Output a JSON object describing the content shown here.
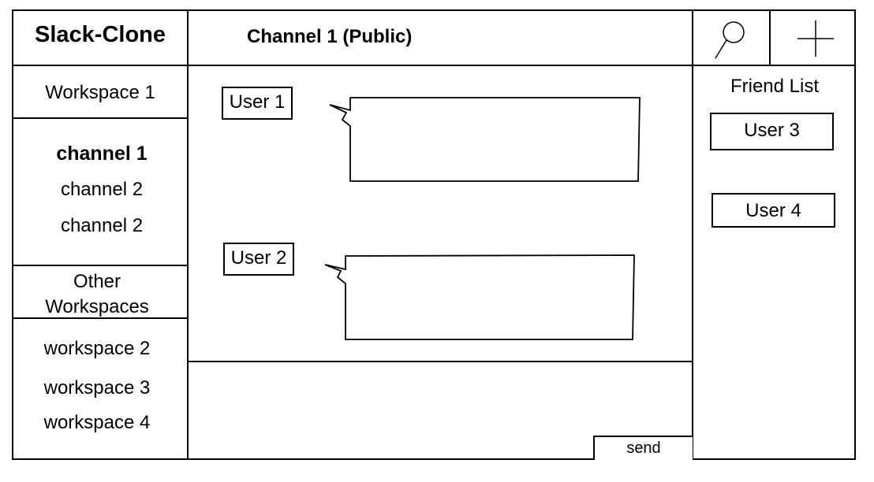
{
  "header": {
    "app_title": "Slack-Clone",
    "channel_title": "Channel 1 (Public)",
    "search_icon": "search-icon",
    "add_icon": "plus-icon"
  },
  "sidebar": {
    "workspace_label": "Workspace 1",
    "channels": [
      {
        "label": "channel 1",
        "active": true
      },
      {
        "label": "channel 2",
        "active": false
      },
      {
        "label": "channel 2",
        "active": false
      }
    ],
    "other_workspaces_label_line1": "Other",
    "other_workspaces_label_line2": "Workspaces",
    "workspaces": [
      "workspace 2",
      "workspace 3",
      "workspace 4"
    ]
  },
  "messages": [
    {
      "user": "User 1",
      "text": ""
    },
    {
      "user": "User 2",
      "text": ""
    }
  ],
  "composer": {
    "send_label": "send"
  },
  "friends": {
    "title": "Friend List",
    "items": [
      "User 3",
      "User 4"
    ]
  }
}
